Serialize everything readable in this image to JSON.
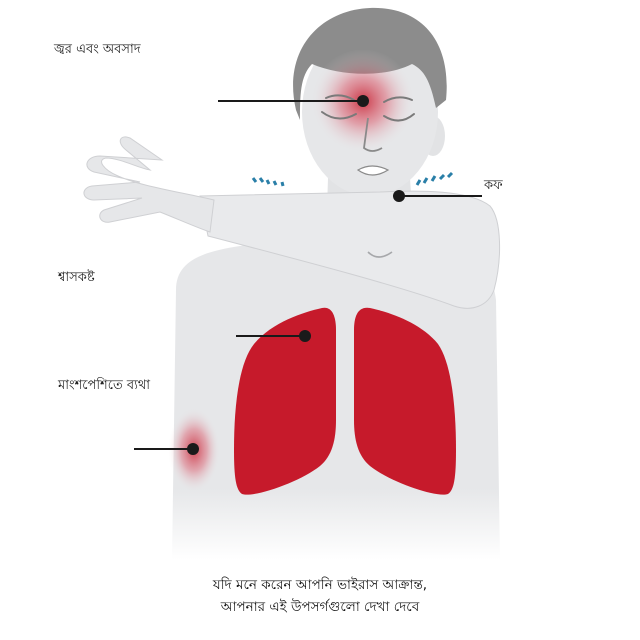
{
  "symptoms": {
    "fever": "জ্বর এবং অবসাদ",
    "cough": "কফ",
    "breath": "শ্বাসকষ্ট",
    "muscle": "মাংশপেশিতে ব্যথা"
  },
  "caption": {
    "line1": "যদি মনে করেন আপনি ভাইরাস আক্রান্ত,",
    "line2": "আপনার এই উপসর্গগুলো দেখা দেবে"
  },
  "colors": {
    "body": "#e6e7e9",
    "hair": "#8c8c8c",
    "lung": "#c61a2b",
    "line": "#1a1a1a",
    "droplet": "#2a7fa8"
  }
}
